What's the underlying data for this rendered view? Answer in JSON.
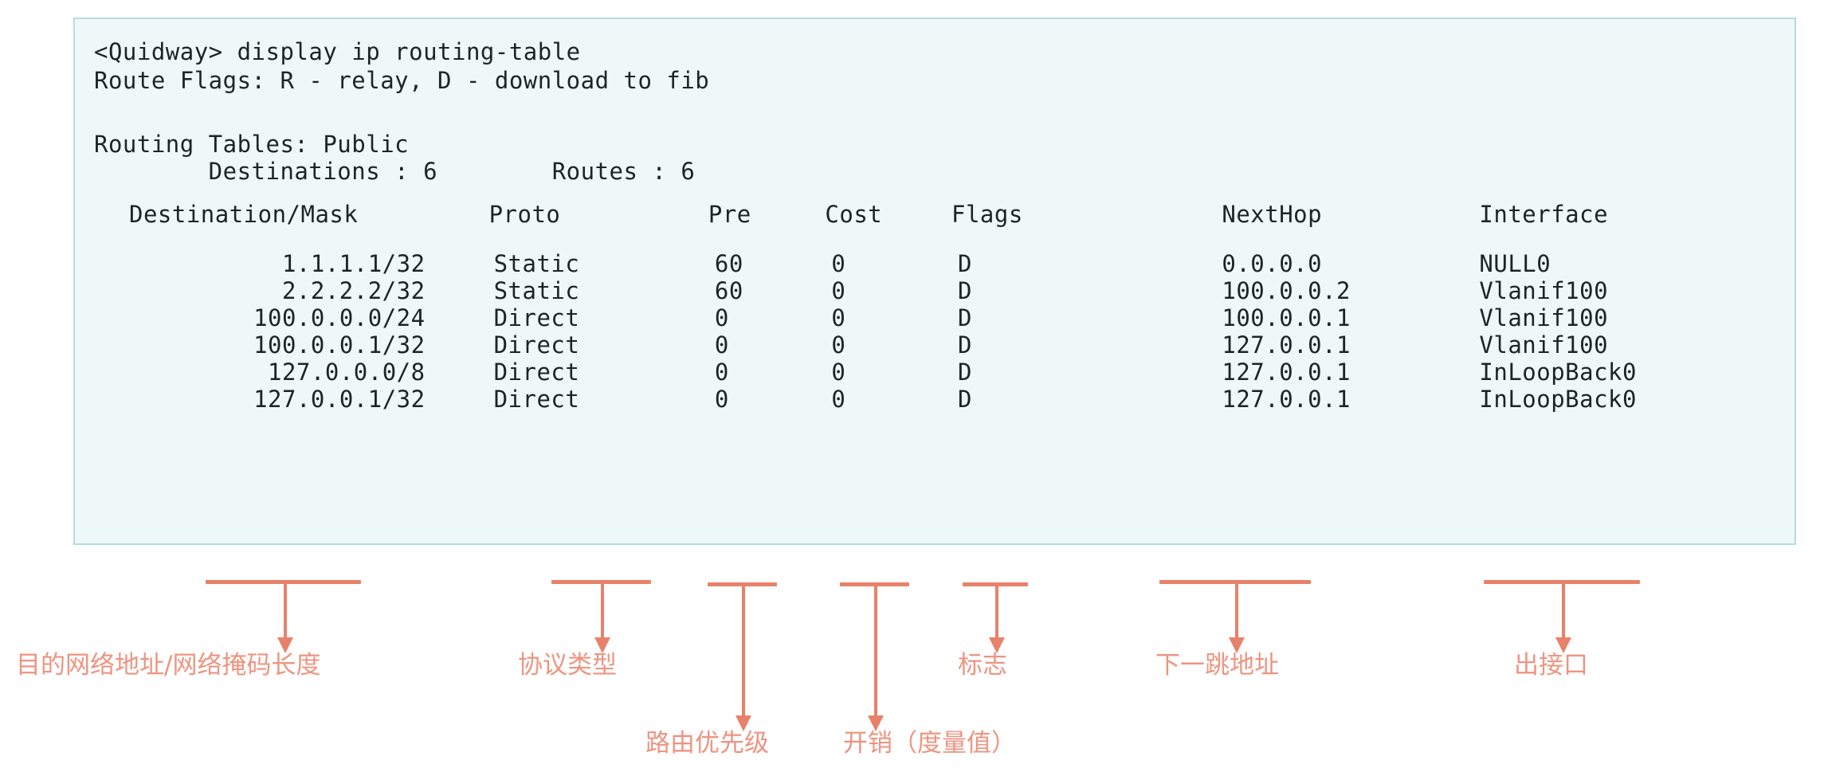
{
  "console": {
    "prompt_line": "<Quidway> display ip routing-table",
    "flags_line": "Route Flags: R - relay, D - download to fib",
    "separator": "------------------------------------------------------------------------------------------------------",
    "tables_line": "Routing Tables: Public",
    "counts_line": "        Destinations : 6        Routes : 6",
    "border_color": "#b3dde5",
    "background_color": "#eef8f9"
  },
  "table": {
    "headers": {
      "destination": "Destination/Mask",
      "proto": "Proto",
      "pre": "Pre",
      "cost": "Cost",
      "flags": "Flags",
      "nexthop": "NextHop",
      "interface": "Interface"
    },
    "rows": [
      {
        "destination": "1.1.1.1/32",
        "proto": "Static",
        "pre": "60",
        "cost": "0",
        "flags": "D",
        "nexthop": "0.0.0.0",
        "interface": "NULL0"
      },
      {
        "destination": "2.2.2.2/32",
        "proto": "Static",
        "pre": "60",
        "cost": "0",
        "flags": "D",
        "nexthop": "100.0.0.2",
        "interface": "Vlanif100"
      },
      {
        "destination": "100.0.0.0/24",
        "proto": "Direct",
        "pre": "0",
        "cost": "0",
        "flags": "D",
        "nexthop": "100.0.0.1",
        "interface": "Vlanif100"
      },
      {
        "destination": "100.0.0.1/32",
        "proto": "Direct",
        "pre": "0",
        "cost": "0",
        "flags": "D",
        "nexthop": "127.0.0.1",
        "interface": "Vlanif100"
      },
      {
        "destination": "127.0.0.0/8",
        "proto": "Direct",
        "pre": "0",
        "cost": "0",
        "flags": "D",
        "nexthop": "127.0.0.1",
        "interface": "InLoopBack0"
      },
      {
        "destination": "127.0.0.1/32",
        "proto": "Direct",
        "pre": "0",
        "cost": "0",
        "flags": "D",
        "nexthop": "127.0.0.1",
        "interface": "InLoopBack0"
      }
    ]
  },
  "annotations": {
    "accent_color": "#e8816a",
    "label_color": "#ee9480",
    "items": [
      {
        "key": "destination",
        "label": "目的网络地址/网络掩码长度"
      },
      {
        "key": "proto",
        "label": "协议类型"
      },
      {
        "key": "pre",
        "label": "路由优先级"
      },
      {
        "key": "cost",
        "label": "开销（度量值）"
      },
      {
        "key": "flags",
        "label": "标志"
      },
      {
        "key": "nexthop",
        "label": "下一跳地址"
      },
      {
        "key": "interface",
        "label": "出接口"
      }
    ]
  }
}
